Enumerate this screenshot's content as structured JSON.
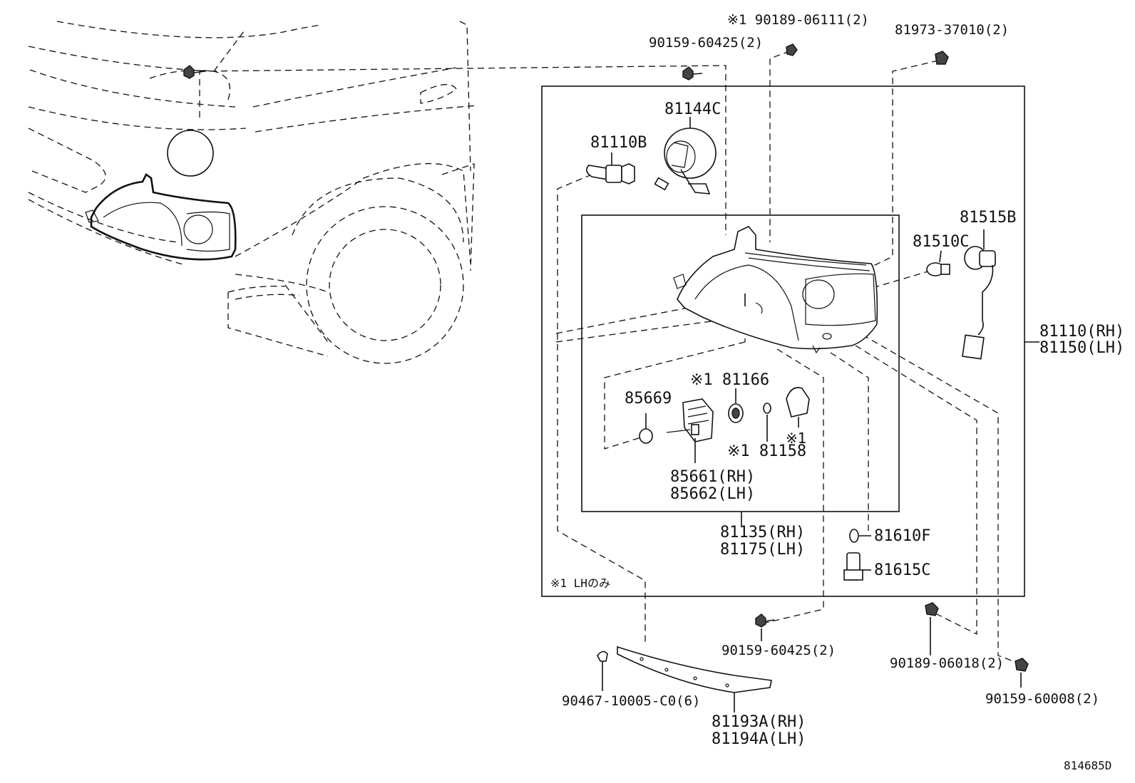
{
  "diagram": {
    "note": "※1 LHのみ",
    "diagram_id": "814685D",
    "labels": {
      "p_90189_06111": "※1 90189-06111(2)",
      "p_90159_60425_top": "90159-60425(2)",
      "p_81973": "81973-37010(2)",
      "p_81144c": "81144C",
      "p_81110b": "81110B",
      "p_81515b": "81515B",
      "p_81510c": "81510C",
      "p_81110_rh": "81110(RH)",
      "p_81150_lh": "81150(LH)",
      "p_85669": "85669",
      "p_81166": "※1 81166",
      "p_81158": "※1 81158",
      "p_x1": "※1",
      "p_85661": "85661(RH)",
      "p_85662": "85662(LH)",
      "p_81135": "81135(RH)",
      "p_81175": "81175(LH)",
      "p_81610f": "81610F",
      "p_81615c": "81615C",
      "p_90159_60425_bot": "90159-60425(2)",
      "p_90189_06018": "90189-06018(2)",
      "p_90159_60008": "90159-60008(2)",
      "p_90467": "90467-10005-C0(6)",
      "p_81193a": "81193A(RH)",
      "p_81194a": "81194A(LH)"
    }
  }
}
